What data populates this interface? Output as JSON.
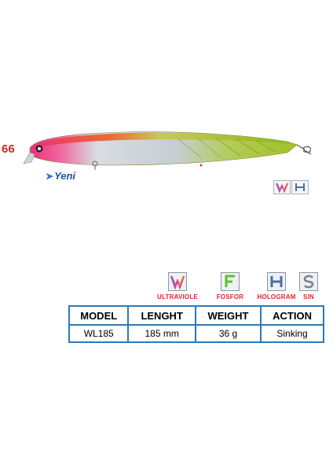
{
  "product_code": "66",
  "brand": {
    "text": "Yeni",
    "icon": "flame-icon"
  },
  "lure_image": {
    "icon": "fishing-lure-image",
    "colors": {
      "head": "#e8317c",
      "back": "#f25a1e",
      "body": "#c9cfd4",
      "tail": "#9ec324"
    }
  },
  "mini_badges": [
    {
      "icon": "ultraviole-icon"
    },
    {
      "icon": "hologram-icon"
    }
  ],
  "features": [
    {
      "label": "ULTRAVIOLE",
      "icon": "ultraviole-icon"
    },
    {
      "label": "FOSFOR",
      "icon": "fosfor-icon"
    },
    {
      "label": "HOLOGRAM",
      "icon": "hologram-icon"
    },
    {
      "label": "SIN",
      "icon": "sinking-icon"
    }
  ],
  "spec_table": {
    "headers": [
      "MODEL",
      "LENGHT",
      "WEIGHT",
      "ACTION"
    ],
    "rows": [
      [
        "WL185",
        "185 mm",
        "36 g",
        "Sinking"
      ]
    ]
  },
  "colors": {
    "border": "#2a7ab8",
    "label_red": "#e0242b",
    "brand_blue": "#1f4fa6"
  }
}
